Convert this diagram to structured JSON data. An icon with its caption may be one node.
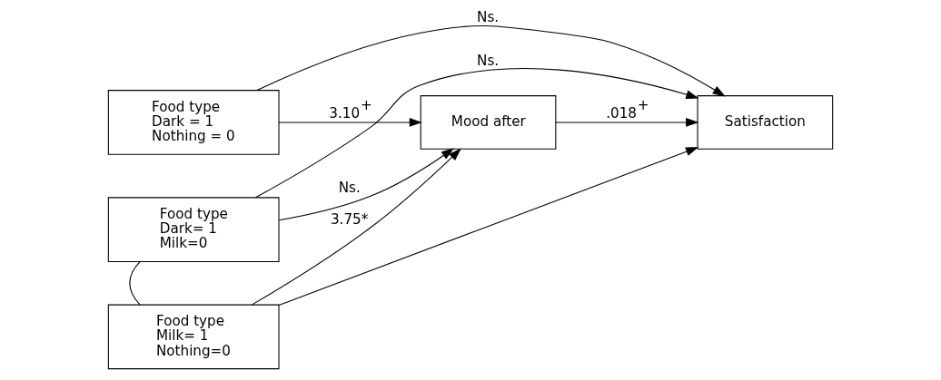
{
  "diagram": {
    "nodes": [
      {
        "text": [
          "Mood after"
        ]
      },
      {
        "text": [
          "Food type",
          "Dark = 1",
          "Nothing = 0"
        ]
      },
      {
        "text": [
          "Food type",
          "Dark= 1",
          "Milk=0"
        ]
      },
      {
        "text": [
          "Food type",
          "Milk= 1",
          "Nothing=0"
        ]
      },
      {
        "text": [
          "Satisfaction"
        ]
      }
    ],
    "edges": [
      {
        "from": 1,
        "to": 0,
        "arrow": "to",
        "label": "3.10$^{+}$"
      },
      {
        "from": 2,
        "to": 0,
        "arrow": "to",
        "label": "Ns."
      },
      {
        "from": 3,
        "to": 0,
        "arrow": "to",
        "label": "3.75*"
      },
      {
        "from": 0,
        "to": 4,
        "arrow": "to",
        "label": ".018$^{+}$"
      },
      {
        "from": 1,
        "to": 4,
        "arrow": "to",
        "label": "Ns."
      },
      {
        "from": 2,
        "to": 4,
        "arrow": "to",
        "label": "Ns."
      },
      {
        "from": 3,
        "to": 4,
        "arrow": "to"
      },
      {
        "from": 2,
        "to": 3,
        "arrow": "none"
      }
    ]
  }
}
